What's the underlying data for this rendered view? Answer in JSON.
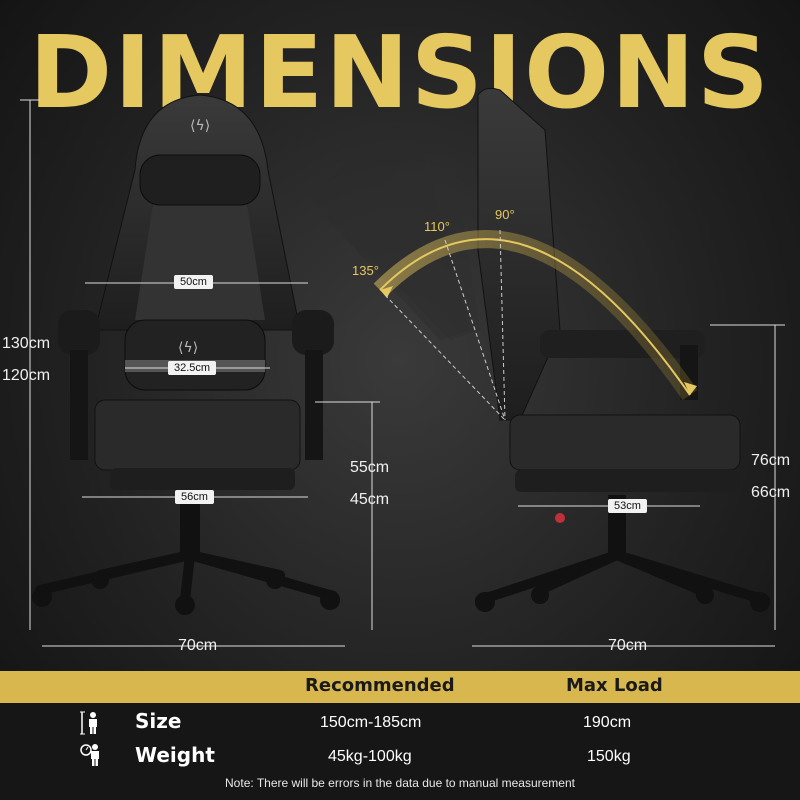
{
  "title": "DIMENSIONS",
  "front_view": {
    "total_height": "130cm",
    "min_height": "120cm",
    "backrest_width": "50cm",
    "lumbar_width": "32.5cm",
    "seat_width": "56cm",
    "seat_height_max": "55cm",
    "seat_height_min": "45cm",
    "base_width": "70cm"
  },
  "side_view": {
    "recline_angles": [
      "90°",
      "110°",
      "135°"
    ],
    "armrest_height_max": "76cm",
    "armrest_height_min": "66cm",
    "seat_depth": "53cm",
    "base_width": "70cm"
  },
  "table": {
    "headers": [
      "Recommended",
      "Max Load"
    ],
    "rows": [
      {
        "label": "Size",
        "icon": "height-person-icon",
        "recommended": "150cm-185cm",
        "max": "190cm"
      },
      {
        "label": "Weight",
        "icon": "weight-person-icon",
        "recommended": "45kg-100kg",
        "max": "150kg"
      }
    ],
    "note": "Note: There will be errors in the data due to manual measurement"
  },
  "colors": {
    "gold": "#d8b84e",
    "title_gold": "#e6c860",
    "chair": "#2b2b2b"
  }
}
